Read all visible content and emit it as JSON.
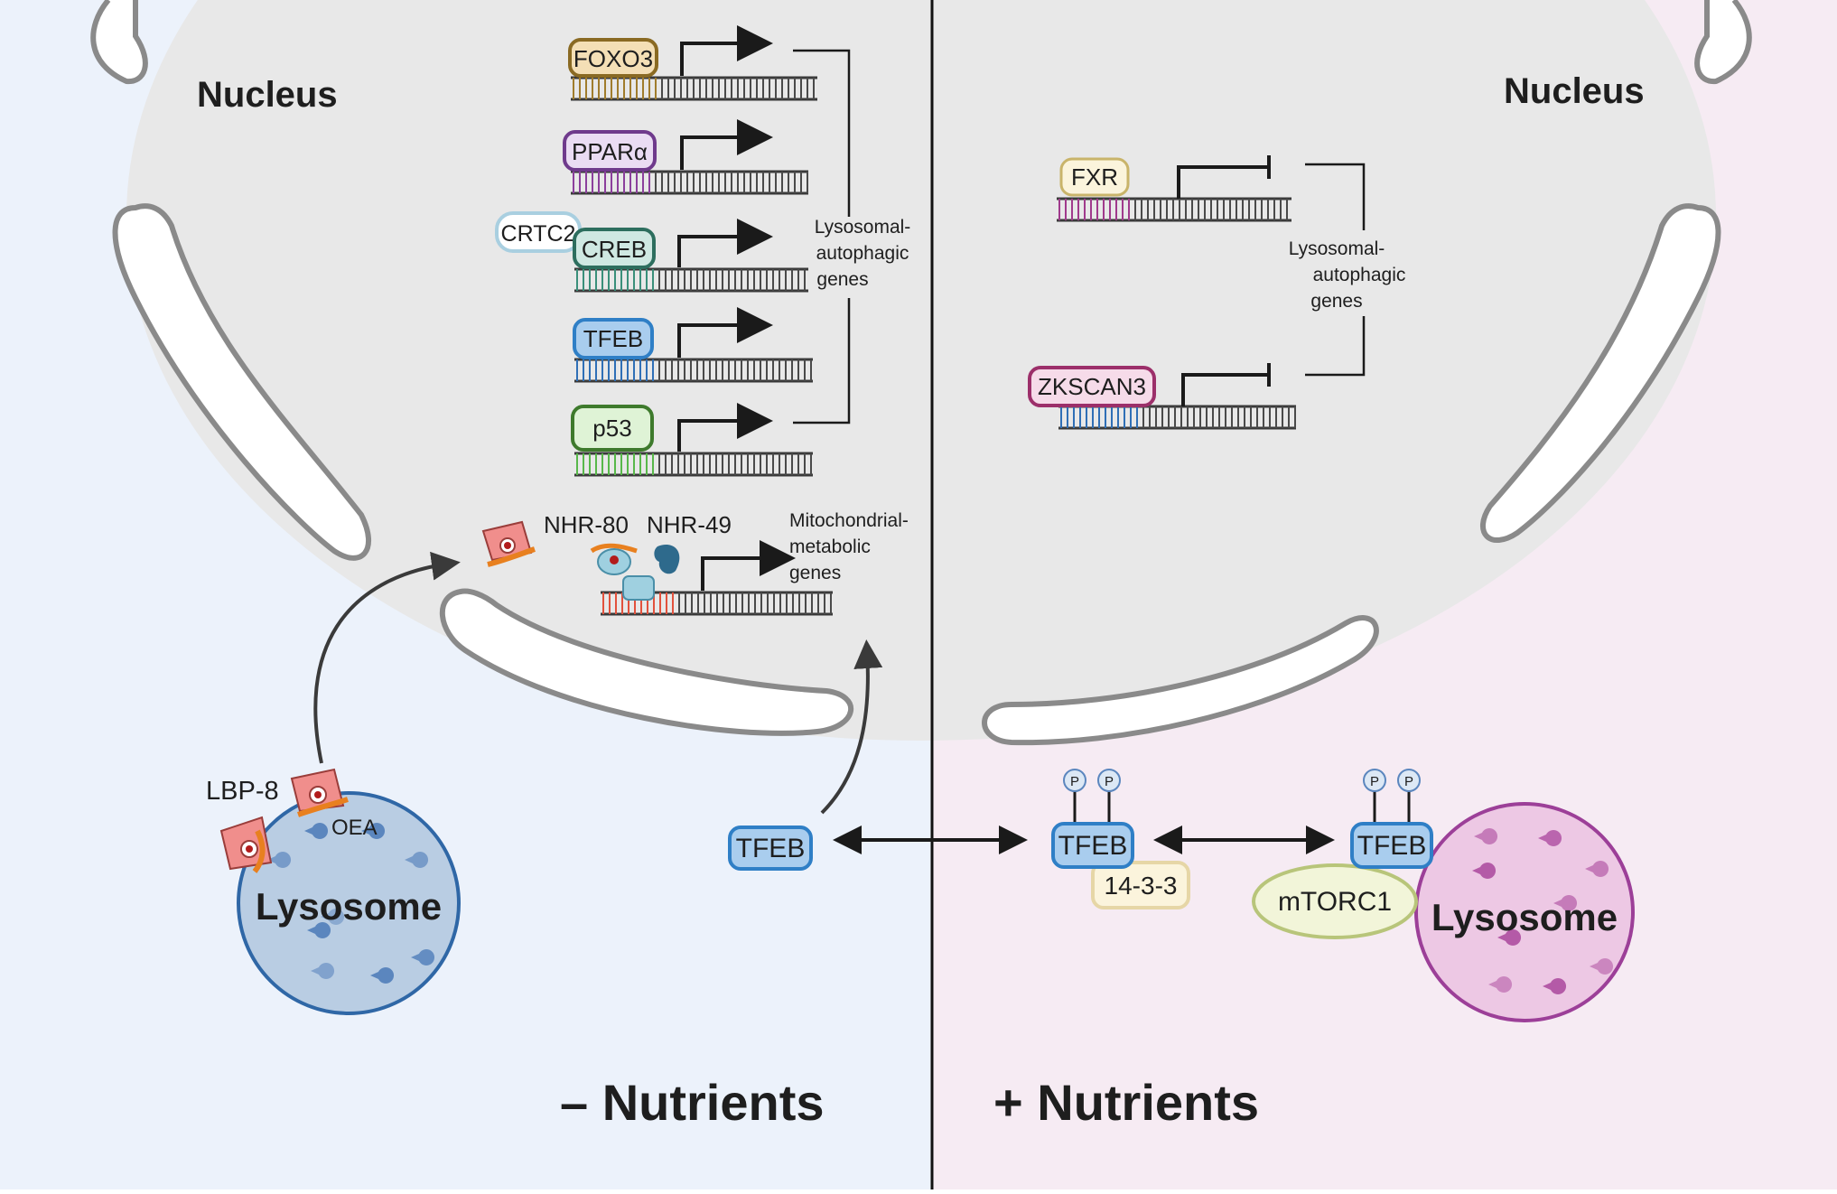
{
  "left_panel": {
    "nucleus_label": "Nucleus",
    "tf_boxes": [
      "FOXO3",
      "PPARα",
      "CREB",
      "TFEB",
      "p53"
    ],
    "crtc2_label": "CRTC2",
    "lysosomal_genes_label": [
      "Lysosomal-",
      "autophagic",
      "genes"
    ],
    "nhr80_label": "NHR-80",
    "nhr49_label": "NHR-49",
    "mito_genes_label": [
      "Mitochondrial-",
      "metabolic",
      "genes"
    ],
    "lbp8_label": "LBP-8",
    "oea_label": "OEA",
    "lysosome_label": "Lysosome",
    "tfeb_label": "TFEB",
    "condition_label": "–  Nutrients"
  },
  "right_panel": {
    "nucleus_label": "Nucleus",
    "tf_boxes": [
      "FXR",
      "ZKSCAN3"
    ],
    "lysosomal_genes_label": [
      "Lysosomal-",
      "autophagic",
      "genes"
    ],
    "tfeb_label": "TFEB",
    "tfeb_mtor_label": "TFEB",
    "phospho_label": "P",
    "protein_1433_label": "14-3-3",
    "mtorc1_label": "mTORC1",
    "lysosome_label": "Lysosome",
    "condition_label": "+  Nutrients"
  },
  "colors": {
    "left_bg": "#ecf2fb",
    "right_bg": "#f6ebf3",
    "nucleus_fill": "#e8e8e8",
    "tfeb_fill": "#a9cdee",
    "tfeb_stroke": "#2f7fc6",
    "lysosome_left": "#b9cde3",
    "lysosome_right": "#edc8e4"
  }
}
